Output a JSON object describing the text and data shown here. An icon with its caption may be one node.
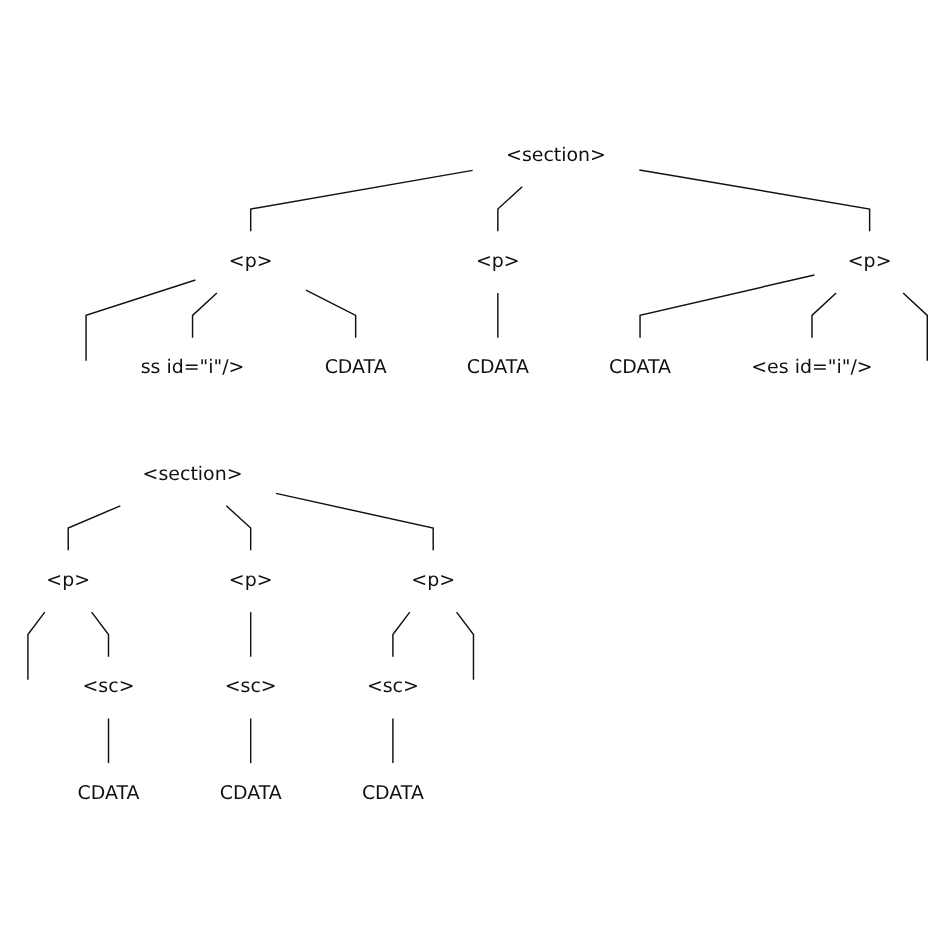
{
  "diagram": {
    "nodes": [
      {
        "text": [
          "<section>"
        ]
      },
      {
        "text": [
          "<p>"
        ]
      },
      {
        "text": [
          "<p>"
        ]
      },
      {
        "text": [
          "<p>"
        ]
      },
      {
        "text": [
          "ss id=\"i\"/>"
        ]
      },
      {
        "text": [
          "<es id=\"i\"/>"
        ]
      },
      {
        "text": [
          "CDATA"
        ]
      },
      {
        "text": [
          "CDATA"
        ]
      },
      {
        "text": [
          "CDATA"
        ]
      },
      {
        "text": [
          "<section>"
        ]
      },
      {
        "text": [
          "<p>"
        ]
      },
      {
        "text": [
          "<p>"
        ]
      },
      {
        "text": [
          "<p>"
        ]
      },
      {
        "text": [
          "<sc>"
        ]
      },
      {
        "text": [
          "<sc>"
        ]
      },
      {
        "text": [
          "<sc>"
        ]
      },
      {
        "text": [
          "CDATA"
        ]
      },
      {
        "text": [
          "CDATA"
        ]
      },
      {
        "text": [
          "CDATA"
        ]
      }
    ],
    "edges": [
      {
        "from": 0,
        "to": 1,
        "arrow": "none"
      },
      {
        "from": 0,
        "to": 2,
        "arrow": "none"
      },
      {
        "from": 0,
        "to": 3,
        "arrow": "none"
      },
      {
        "from": 1,
        "to": null,
        "arrow": "none"
      },
      {
        "from": 1,
        "to": 4,
        "arrow": "none"
      },
      {
        "from": 1,
        "to": 6,
        "arrow": "none"
      },
      {
        "from": 2,
        "to": 7,
        "arrow": "none"
      },
      {
        "from": 3,
        "to": 8,
        "arrow": "none"
      },
      {
        "from": 3,
        "to": 5,
        "arrow": "none"
      },
      {
        "from": 3,
        "to": null,
        "arrow": "none"
      },
      {
        "from": 9,
        "to": 10,
        "arrow": "none"
      },
      {
        "from": 9,
        "to": 11,
        "arrow": "none"
      },
      {
        "from": 9,
        "to": 12,
        "arrow": "none"
      },
      {
        "from": 10,
        "to": null,
        "arrow": "none"
      },
      {
        "from": 10,
        "to": 13,
        "arrow": "none"
      },
      {
        "from": 13,
        "to": 16,
        "arrow": "none"
      },
      {
        "from": 11,
        "to": 14,
        "arrow": "none"
      },
      {
        "from": 14,
        "to": 17,
        "arrow": "none"
      },
      {
        "from": 12,
        "to": 15,
        "arrow": "none"
      },
      {
        "from": 15,
        "to": 18,
        "arrow": "none"
      },
      {
        "from": 12,
        "to": null,
        "arrow": "none"
      }
    ]
  }
}
